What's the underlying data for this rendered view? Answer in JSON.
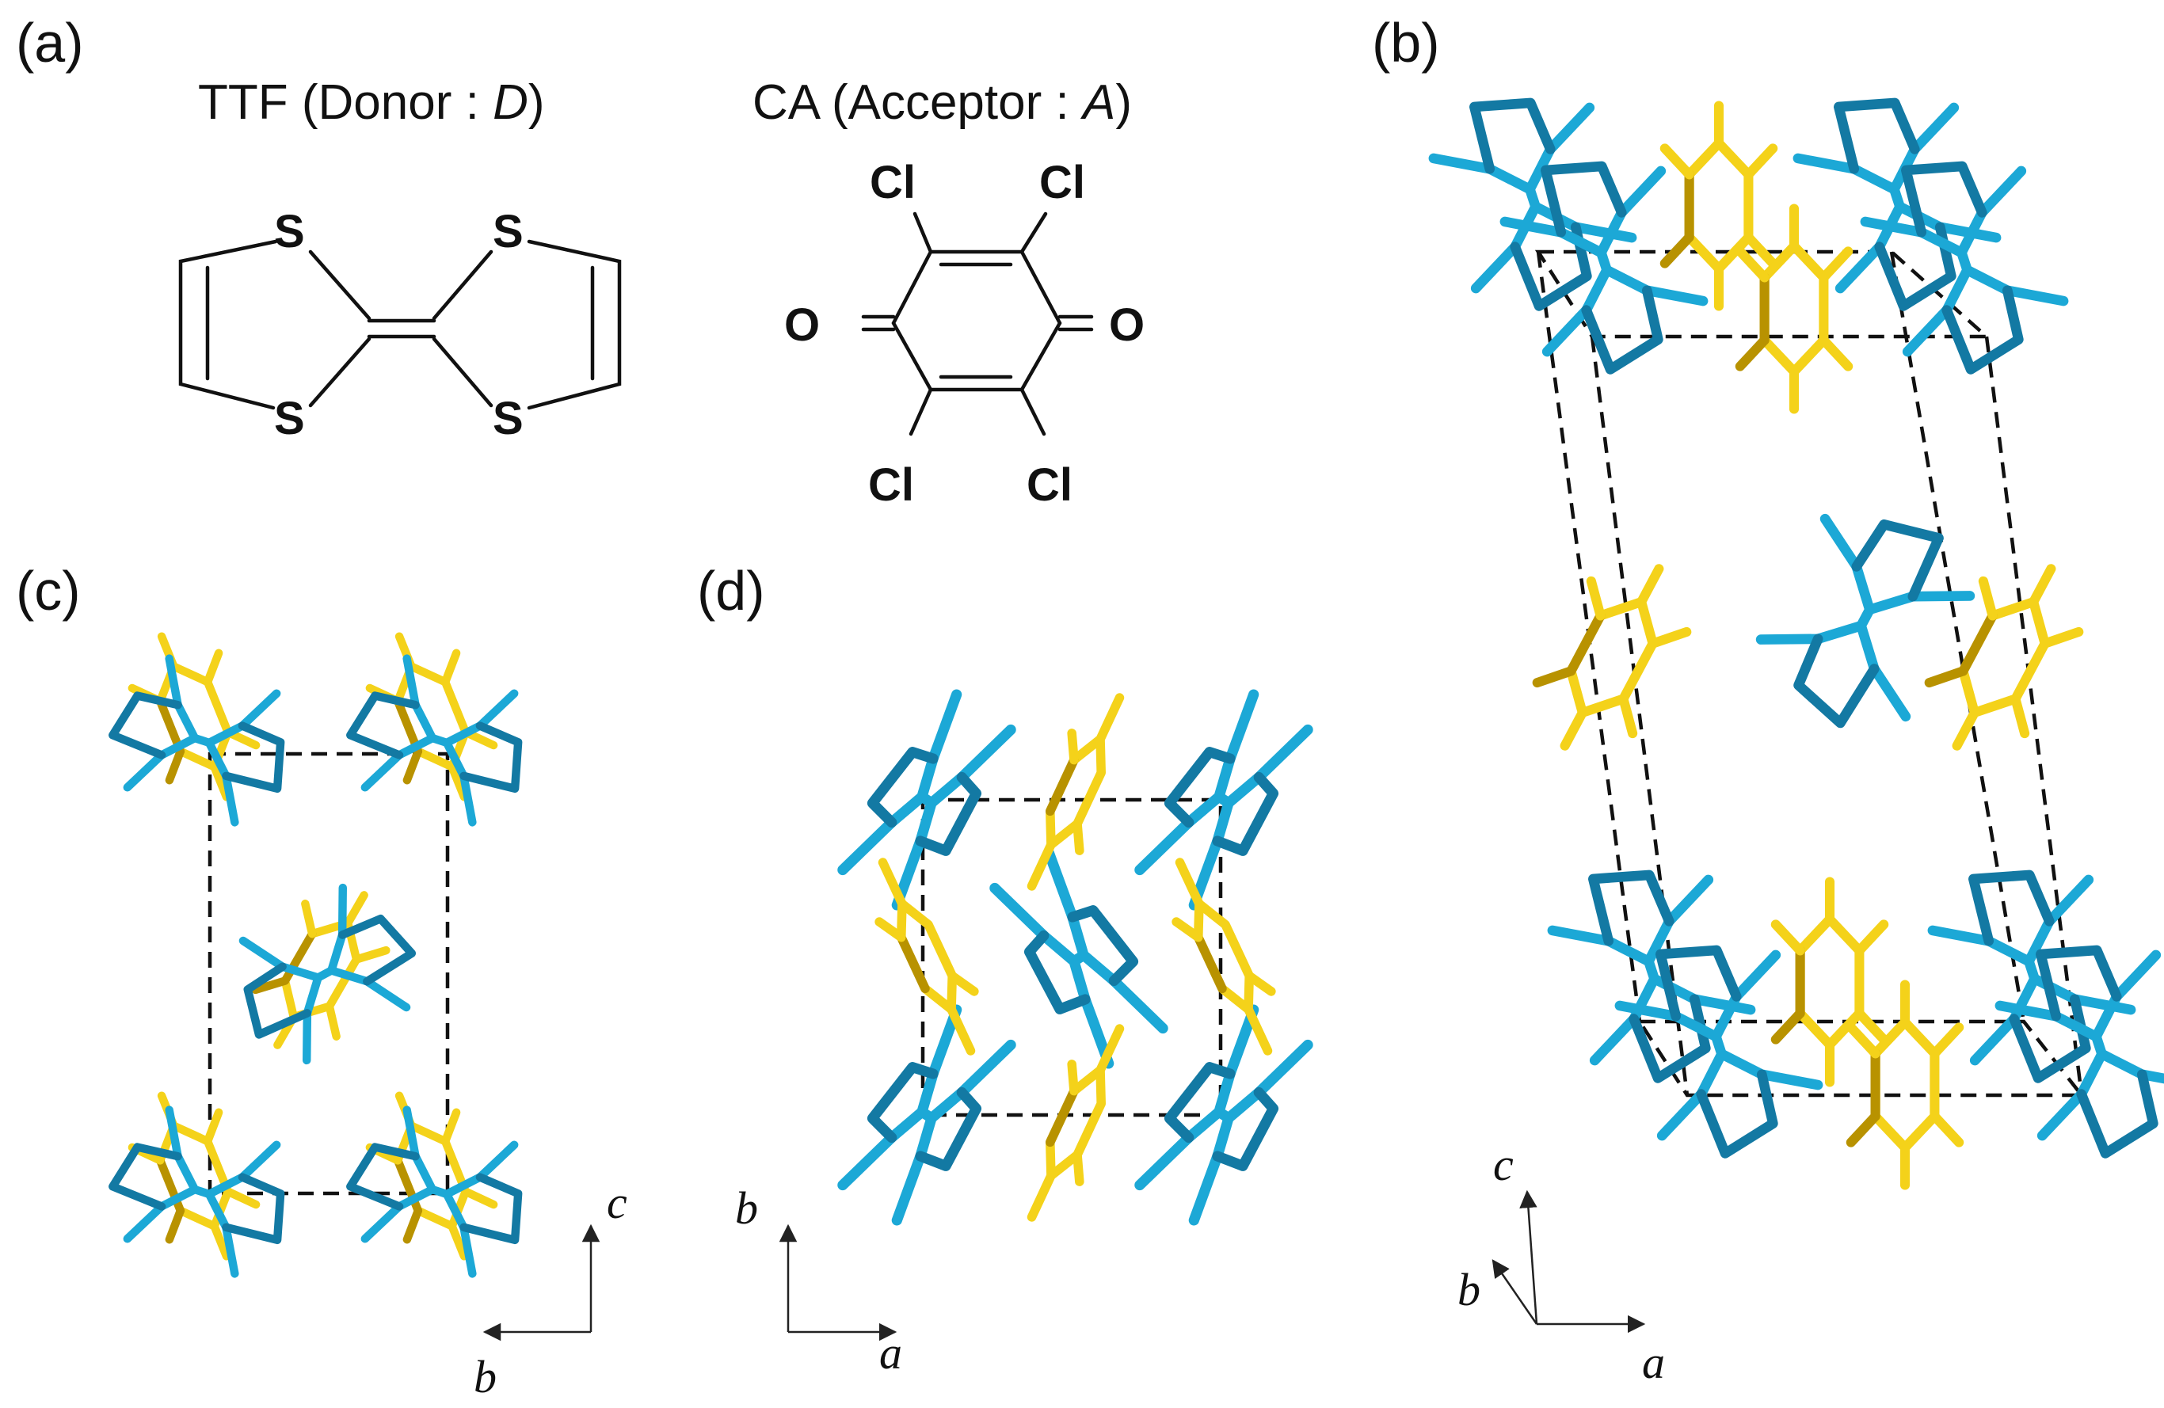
{
  "panels": {
    "a": "(a)",
    "b": "(b)",
    "c": "(c)",
    "d": "(d)"
  },
  "molecules": {
    "donor": {
      "name": "TTF",
      "role": "Donor",
      "symbol": "D"
    },
    "acceptor": {
      "name": "CA",
      "role": "Acceptor",
      "symbol": "A"
    }
  },
  "atoms": {
    "sulfur": "S",
    "chlorine": "Cl",
    "oxygen": "O"
  },
  "axes": {
    "a": "a",
    "b": "b",
    "c": "c"
  },
  "colors": {
    "donor": "#1ca8d6",
    "donor_shade": "#1379a3",
    "acceptor": "#f4d21a",
    "acceptor_shade": "#b89200",
    "cell": "#111111"
  }
}
